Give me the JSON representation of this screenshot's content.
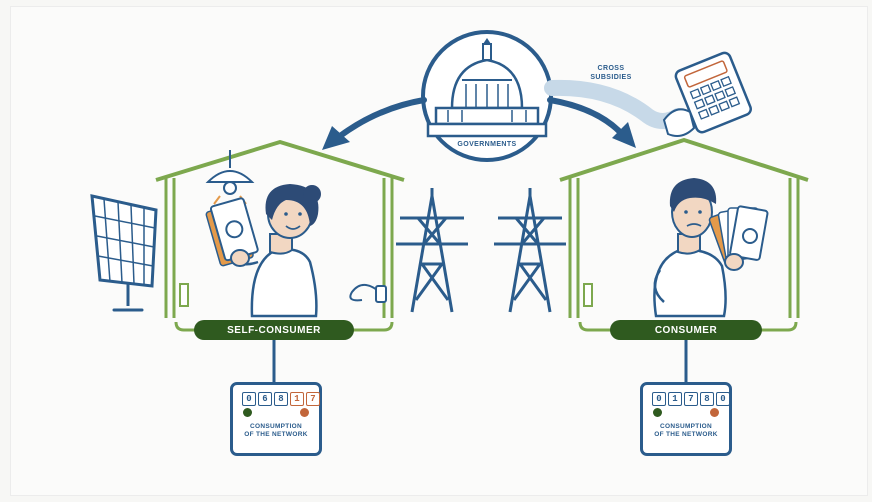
{
  "government": {
    "label": "GOVERNMENTS"
  },
  "cross_subsidies": {
    "line1": "CROSS",
    "line2": "SUBSIDIES"
  },
  "self_consumer": {
    "label": "SELF-CONSUMER",
    "meter": {
      "digits": [
        "0",
        "6",
        "8",
        "1",
        "7"
      ],
      "caption_line1": "CONSUMPTION",
      "caption_line2": "OF THE NETWORK"
    }
  },
  "consumer": {
    "label": "CONSUMER",
    "meter": {
      "digits": [
        "0",
        "1",
        "7",
        "8",
        "0"
      ],
      "caption_line1": "CONSUMPTION",
      "caption_line2": "OF THE NETWORK"
    }
  },
  "colors": {
    "navy": "#2b5c8c",
    "green_dark": "#2f5a1f",
    "house_green": "#7da84e",
    "skin": "#f2d7c2",
    "hair": "#2d4b76",
    "orange": "#e49a4a"
  }
}
